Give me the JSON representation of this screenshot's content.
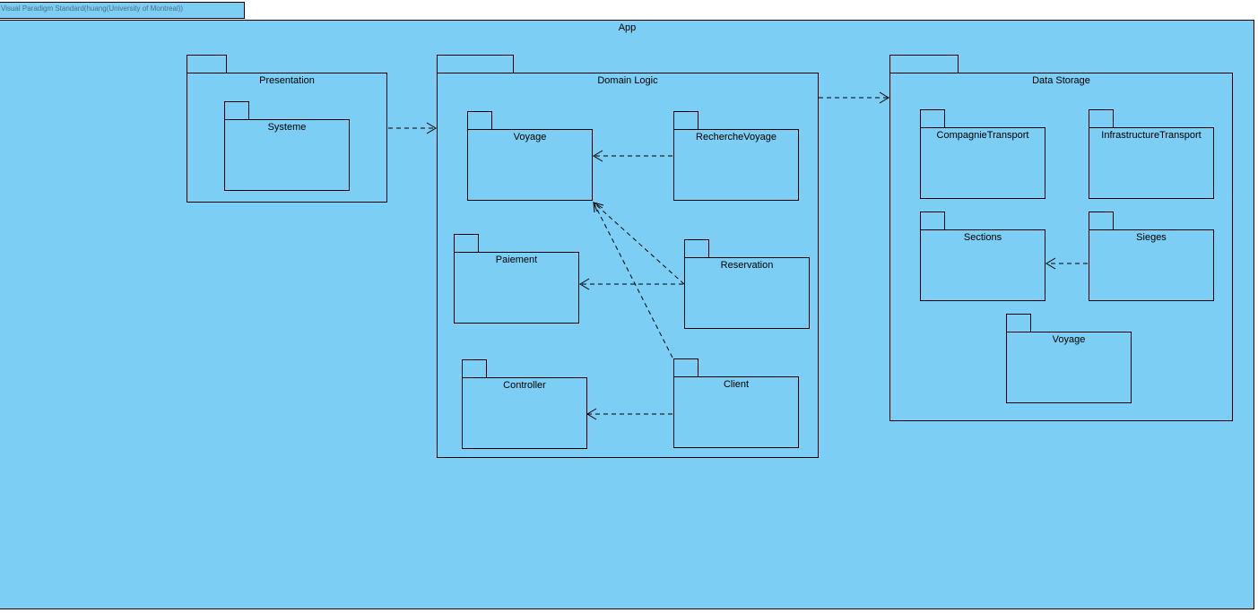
{
  "watermark": "Visual Paradigm Standard(huang(University of Montreal))",
  "frame_title": "App",
  "packages": {
    "presentation": "Presentation",
    "systeme": "Systeme",
    "domain_logic": "Domain Logic",
    "voyage": "Voyage",
    "recherche_voyage": "RechercheVoyage",
    "paiement": "Paiement",
    "reservation": "Reservation",
    "controller": "Controller",
    "client": "Client",
    "data_storage": "Data Storage",
    "compagnie_transport": "CompagnieTransport",
    "infrastructure_transport": "InfrastructureTransport",
    "sections": "Sections",
    "sieges": "Sieges",
    "voyage_storage": "Voyage"
  }
}
